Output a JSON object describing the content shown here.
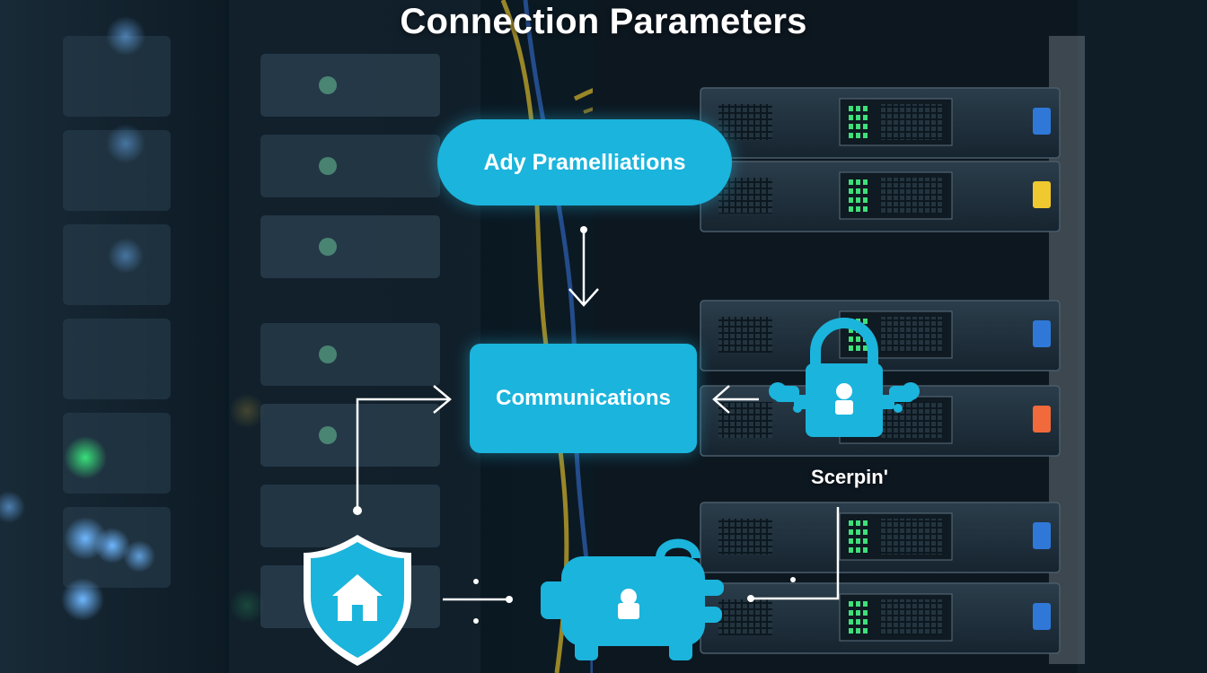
{
  "diagram": {
    "title": "Connection Parameters",
    "nodes": {
      "apply_parameters": "Ady Pramelliations",
      "communications": "Communications",
      "encryption_caption": "Scerpin'"
    },
    "icons": [
      "padlock-icon",
      "shield-home-icon",
      "locked-device-icon"
    ],
    "colors": {
      "accent": "#1bb4dc",
      "connector": "#ffffff",
      "background": "#07131c"
    }
  }
}
